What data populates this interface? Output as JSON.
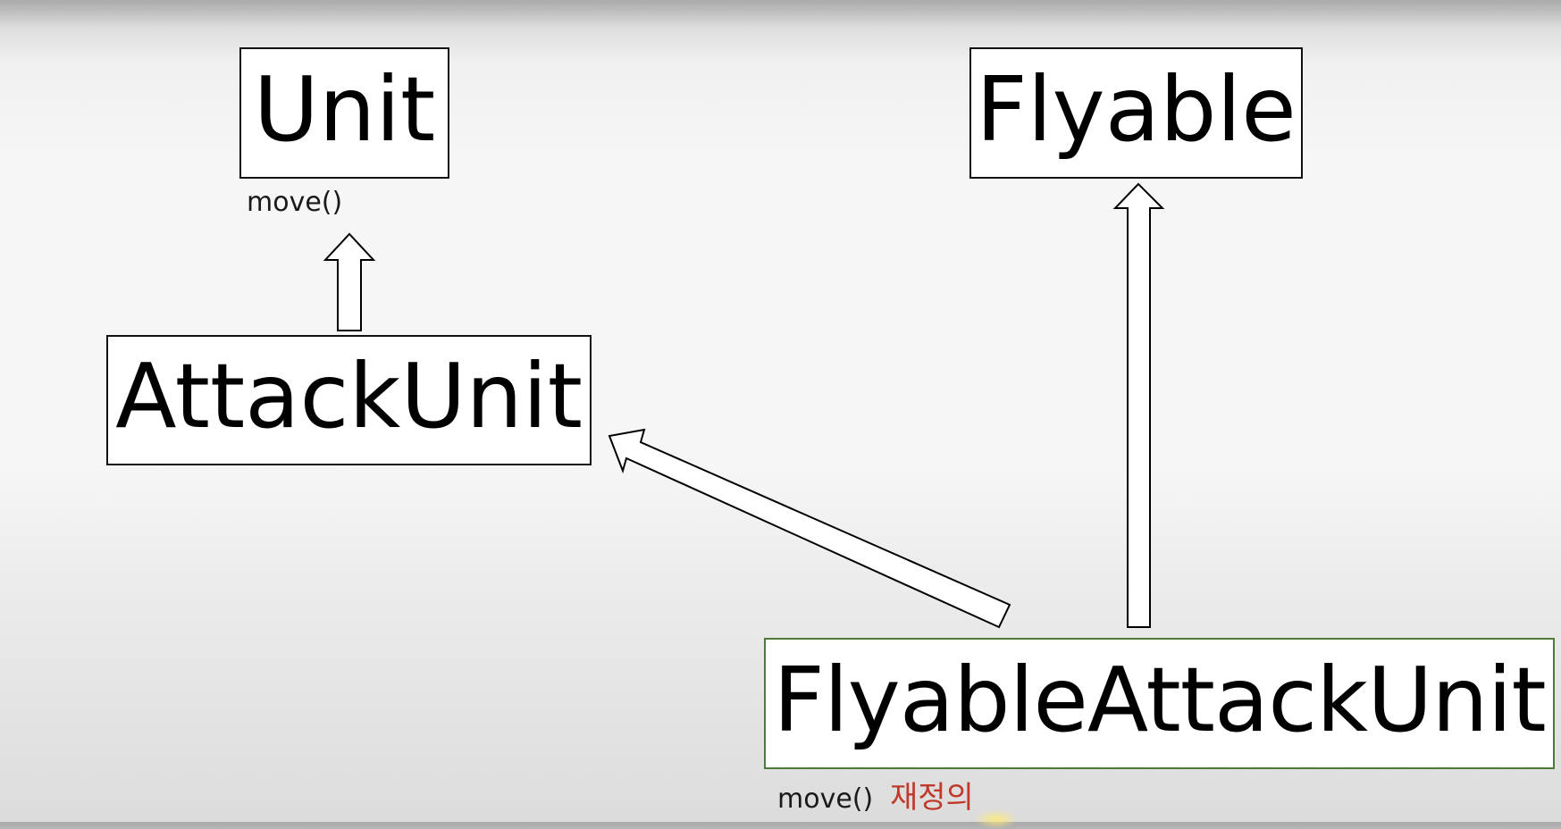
{
  "diagram": {
    "nodes": {
      "unit": {
        "label": "Unit"
      },
      "flyable": {
        "label": "Flyable"
      },
      "attack_unit": {
        "label": "AttackUnit"
      },
      "flyable_attack_unit": {
        "label": "FlyableAttackUnit"
      }
    },
    "notes": {
      "unit_method": "move()",
      "fau_method": "move()",
      "fau_override": "재정의"
    },
    "edges": [
      {
        "from": "attack_unit",
        "to": "unit",
        "kind": "inheritance-arrow"
      },
      {
        "from": "flyable_attack_unit",
        "to": "attack_unit",
        "kind": "inheritance-arrow"
      },
      {
        "from": "flyable_attack_unit",
        "to": "flyable",
        "kind": "inheritance-arrow"
      }
    ],
    "colors": {
      "box_border": "#111111",
      "fau_border": "#4e7a3a",
      "override_text": "#c0392b",
      "arrow_fill": "#ffffff",
      "arrow_stroke": "#000000"
    }
  }
}
